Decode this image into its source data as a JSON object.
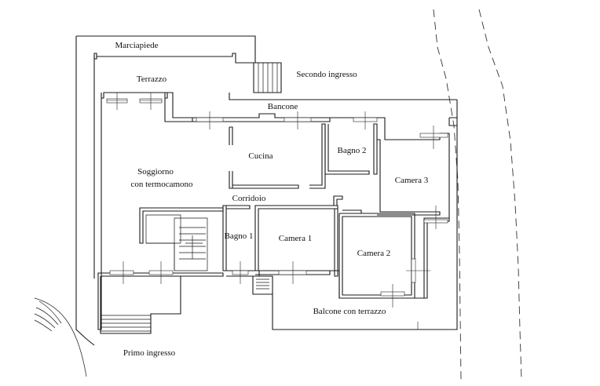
{
  "labels": {
    "marciapiede": "Marciapiede",
    "terrazzo": "Terrazzo",
    "secondo_ingresso": "Secondo ingresso",
    "bancone": "Bancone",
    "cucina": "Cucina",
    "bagno2": "Bagno 2",
    "soggiorno_line1": "Soggiorno",
    "soggiorno_line2": "con termocamono",
    "camera3": "Camera 3",
    "corridoio": "Corridoio",
    "bagno1": "Bagno 1",
    "camera1": "Camera 1",
    "camera2": "Camera 2",
    "balcone": "Balcone con terrazzo",
    "primo_ingresso": "Primo ingresso"
  }
}
